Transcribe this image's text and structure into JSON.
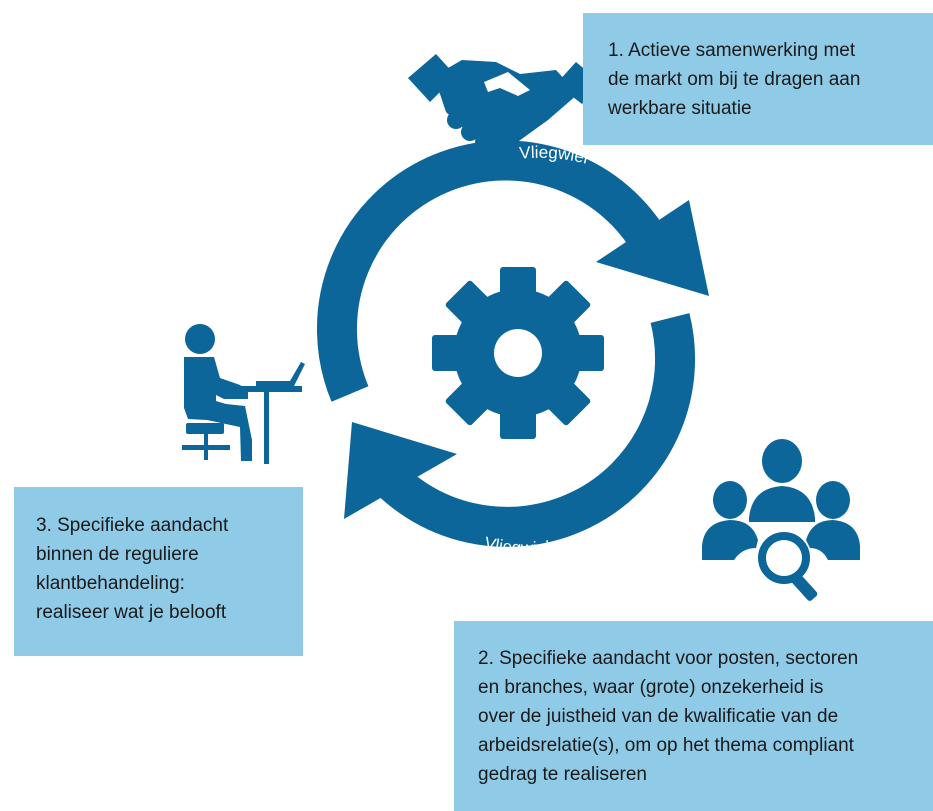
{
  "colors": {
    "primary_blue": "#0c6699",
    "callout_fill": "#8fcae7",
    "text": "#1a1a1a"
  },
  "callouts": [
    {
      "number": "1",
      "lines": [
        "1. Actieve samenwerking met",
        "de markt om bij te dragen aan",
        "werkbare situatie"
      ]
    },
    {
      "number": "2",
      "lines": [
        "2. Specifieke aandacht voor posten, sectoren",
        "en branches, waar (grote) onzekerheid is",
        "over de juistheid van de kwalificatie van de",
        "arbeidsrelatie(s), om op het thema compliant",
        "gedrag te realiseren"
      ]
    },
    {
      "number": "3",
      "lines": [
        "3. Specifieke aandacht",
        "binnen de reguliere",
        "klantbehandeling:",
        "realiseer wat je belooft"
      ]
    }
  ],
  "cycle": {
    "top_arrow_label": "Vliegwiel",
    "bottom_arrow_label": "Vliegwiel",
    "center_icon": "gear-icon"
  },
  "icons": {
    "top": "handshake-icon",
    "left": "person-at-laptop-icon",
    "right": "group-search-icon"
  }
}
